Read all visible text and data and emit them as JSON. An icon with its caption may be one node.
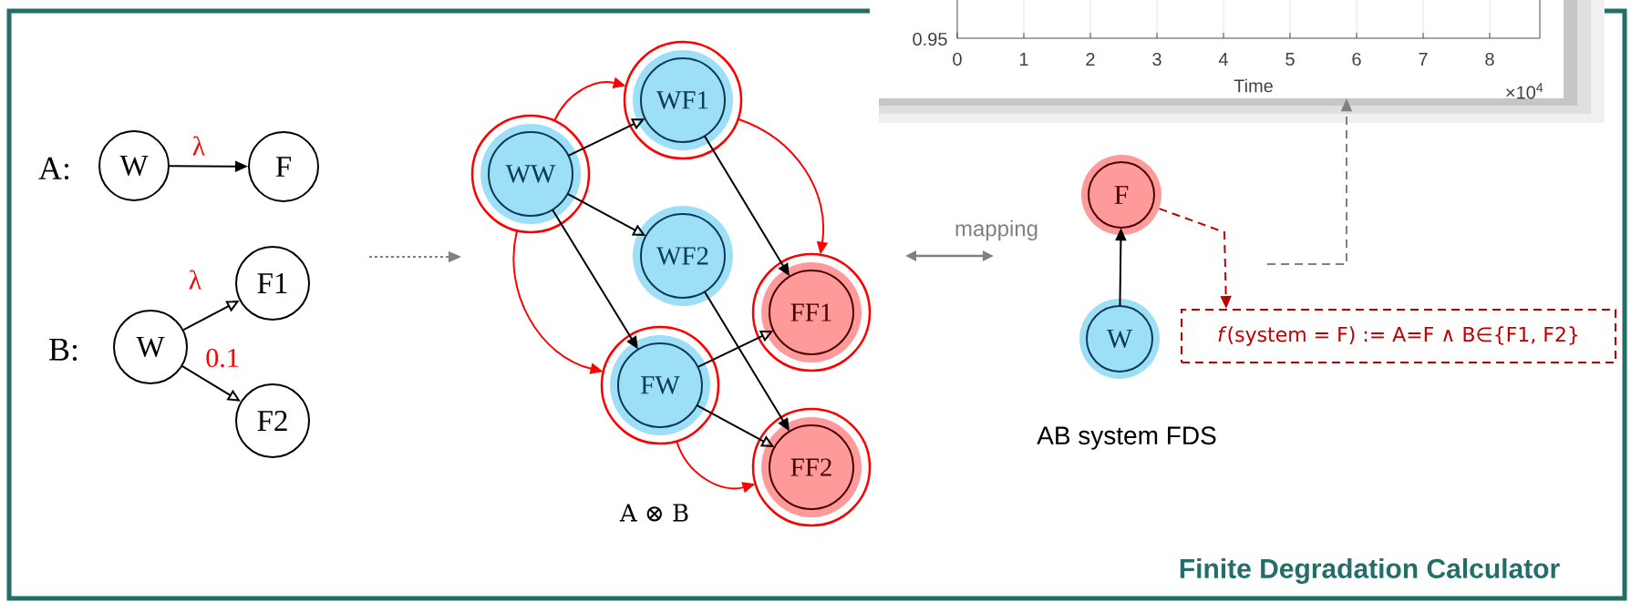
{
  "diagram": {
    "title": "Finite Degradation Calculator",
    "nodes": [
      {
        "text": [
          "W"
        ]
      },
      {
        "text": [
          "F"
        ]
      },
      {
        "text": [
          "W"
        ]
      },
      {
        "text": [
          "F1"
        ]
      },
      {
        "text": [
          "F2"
        ]
      },
      {
        "text": [
          "WW"
        ]
      },
      {
        "text": [
          "WF1"
        ]
      },
      {
        "text": [
          "WF2"
        ]
      },
      {
        "text": [
          "FW"
        ]
      },
      {
        "text": [
          "FF1"
        ]
      },
      {
        "text": [
          "FF2"
        ]
      },
      {
        "text": [
          "F"
        ]
      },
      {
        "text": [
          "W"
        ]
      },
      {
        "text": [
          "*f*(system = F) := A=F ∧ B∈{F1, F2}"
        ]
      },
      {
        "text": [],
        "shape": "picture"
      }
    ],
    "edges": [
      {
        "from": 0,
        "to": 1,
        "arrow": "to",
        "label": "λ"
      },
      {
        "from": 2,
        "to": 3,
        "arrow": "to",
        "label": "λ"
      },
      {
        "from": 2,
        "to": 4,
        "arrow": "to",
        "label": "0.1"
      },
      {
        "from": 5,
        "to": 6,
        "arrow": "to",
        "color": "#ff0000"
      },
      {
        "from": 5,
        "to": 8,
        "arrow": "to",
        "color": "#ff0000"
      },
      {
        "from": 6,
        "to": 9,
        "arrow": "to",
        "color": "#ff0000"
      },
      {
        "from": 8,
        "to": 10,
        "arrow": "to",
        "color": "#ff0000"
      },
      {
        "from": 5,
        "to": 6,
        "arrow": "to"
      },
      {
        "from": 5,
        "to": 7,
        "arrow": "to"
      },
      {
        "from": 5,
        "to": 8,
        "arrow": "to"
      },
      {
        "from": 6,
        "to": 9,
        "arrow": "to"
      },
      {
        "from": 7,
        "to": 10,
        "arrow": "to"
      },
      {
        "from": 8,
        "to": 9,
        "arrow": "to"
      },
      {
        "from": 8,
        "to": 10,
        "arrow": "to"
      },
      {
        "from": 12,
        "to": 11,
        "arrow": "to"
      },
      {
        "from": 11,
        "to": 13,
        "arrow": "to",
        "style": "dashed",
        "color": "#c00000"
      },
      {
        "from": null,
        "to": 14,
        "arrow": "to",
        "style": "dashed",
        "color": "#808080"
      }
    ],
    "labels": [
      "A:",
      "B:",
      "A ⊗ B",
      "mapping",
      "AB system FDS",
      "0.95",
      "0",
      "1",
      "2",
      "3",
      "4",
      "5",
      "6",
      "7",
      "8",
      "Time",
      "×10$^{4}$"
    ]
  }
}
